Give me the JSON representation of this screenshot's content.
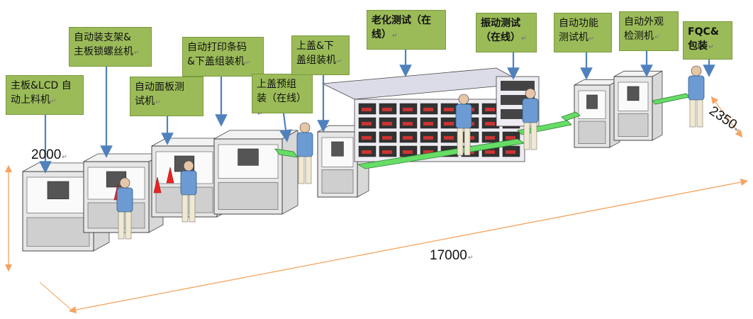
{
  "stations": [
    {
      "id": "s1",
      "text": "主板&LCD 自\n动上料机",
      "mark": "↵",
      "bold": false
    },
    {
      "id": "s2",
      "text": "自动装支架&\n主板锁螺丝机",
      "mark": "↵",
      "bold": false
    },
    {
      "id": "s3",
      "text": "自动面板测\n试机",
      "mark": "↵",
      "bold": false
    },
    {
      "id": "s4",
      "text": "自动打印条码\n&下盖组装机",
      "mark": "↵",
      "bold": false
    },
    {
      "id": "s5",
      "text": "上盖预组\n装（在线）",
      "mark": "↵",
      "bold": false
    },
    {
      "id": "s6",
      "text": "上盖&下\n盖组装机",
      "mark": "↵",
      "bold": false
    },
    {
      "id": "s7",
      "text": "老化测试（在\n线）",
      "mark": "↵",
      "bold": true
    },
    {
      "id": "s8",
      "text": "振动测试\n（在线）",
      "mark": "↵",
      "bold": true
    },
    {
      "id": "s9",
      "text": "自动功能\n测试机",
      "mark": "↵",
      "bold": false
    },
    {
      "id": "s10",
      "text": "自动外观\n检测机",
      "mark": "↵",
      "bold": false
    },
    {
      "id": "s11",
      "text": "FQC&\n包装",
      "mark": "↵",
      "bold": true
    }
  ],
  "dimensions": {
    "height": "2000",
    "length": "17000",
    "depth": "2350",
    "mark": "↵"
  },
  "colors": {
    "label_bg": "#9bbb59",
    "arrow": "#4f81bd",
    "dimension_line": "#f4a460",
    "conveyor": "#66dd66",
    "machine_frame": "#e6e6e6",
    "worker_shirt": "#6b9bd2"
  }
}
